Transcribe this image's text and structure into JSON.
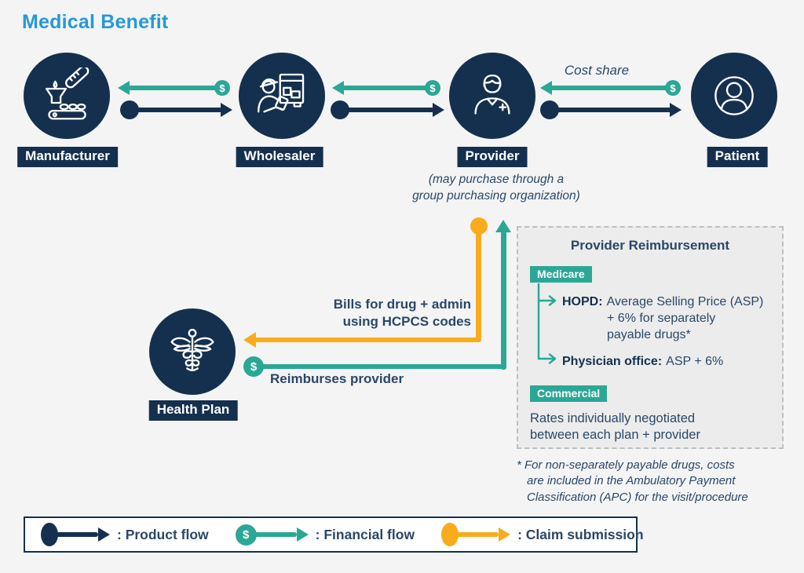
{
  "title": "Medical Benefit",
  "dollar": "$",
  "nodes": [
    {
      "id": "manufacturer",
      "label": "Manufacturer"
    },
    {
      "id": "wholesaler",
      "label": "Wholesaler"
    },
    {
      "id": "provider",
      "label": "Provider"
    },
    {
      "id": "patient",
      "label": "Patient"
    },
    {
      "id": "health-plan",
      "label": "Health Plan"
    }
  ],
  "flow_labels": {
    "cost_share": "Cost share",
    "provider_note_line1": "(may purchase through a",
    "provider_note_line2": "group purchasing organization)",
    "bills_line1": "Bills for drug + admin",
    "bills_line2": "using HCPCS codes",
    "reimburses": "Reimburses provider"
  },
  "reimbursement": {
    "title": "Provider Reimbursement",
    "medicare_badge": "Medicare",
    "hopd_label": "HOPD:",
    "hopd_text": "Average Selling Price (ASP)",
    "hopd_line2": "+ 6% for separately",
    "hopd_line3": "payable drugs*",
    "physician_label": "Physician office:",
    "physician_text": "ASP + 6%",
    "commercial_badge": "Commercial",
    "commercial_line1": "Rates individually negotiated",
    "commercial_line2": "between each plan + provider"
  },
  "footnote": {
    "line1": "* For non-separately payable drugs, costs",
    "line2": "are included in the Ambulatory Payment",
    "line3": "Classification (APC) for the visit/procedure"
  },
  "legend": {
    "product": ": Product flow",
    "financial": ": Financial flow",
    "claim": ": Claim submission"
  },
  "colors": {
    "navy": "#15304E",
    "teal": "#2BA796",
    "yellow": "#F9AC1B",
    "title_blue": "#2699D6",
    "text_navy": "#2A4768",
    "box_gray": "#ECECEC",
    "background": "#F4F4F5"
  }
}
